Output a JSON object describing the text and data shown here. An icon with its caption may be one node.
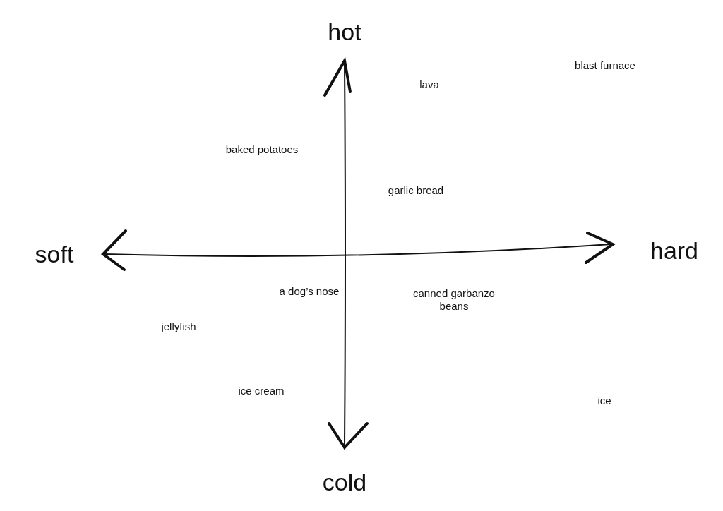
{
  "diagram": {
    "labels": [
      "hot",
      "blast furnace",
      "lava",
      "baked potatoes",
      "garlic bread",
      "soft",
      "hard",
      "a dog’s nose",
      "canned garbanzo beans",
      "jellyfish",
      "ice cream",
      "ice",
      "cold"
    ]
  }
}
